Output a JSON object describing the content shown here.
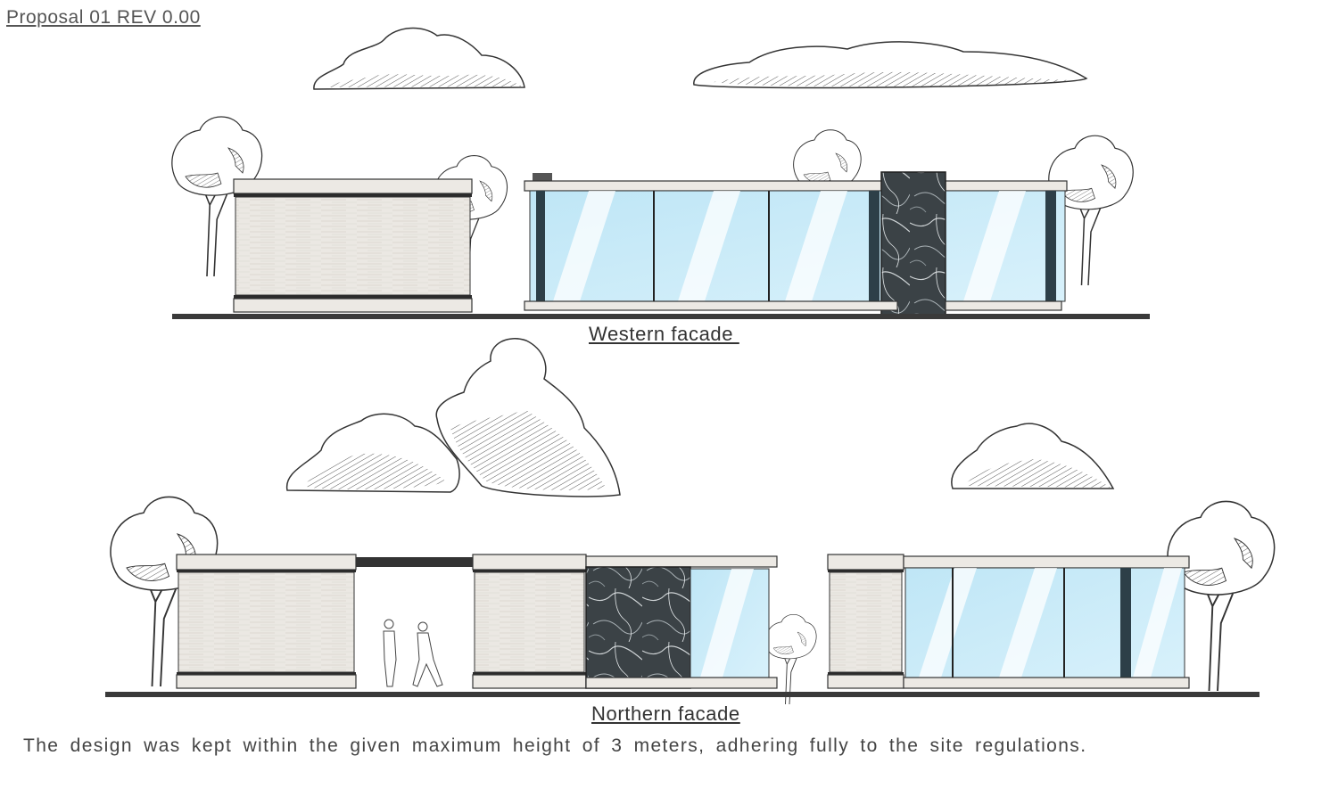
{
  "header": {
    "revision_label": "Proposal 01 REV 0.00"
  },
  "elevations": [
    {
      "id": "west",
      "caption": "Western facade "
    },
    {
      "id": "north",
      "caption": "Northern facade"
    }
  ],
  "footer_note": "The design was kept within the given maximum height of 3 meters, adhering fully to the site regulations.",
  "colors": {
    "glass": "#cfeefa",
    "glass_highlight": "#ffffff",
    "stone": "#ece9e4",
    "marble": "#3e4448",
    "trim": "#2b2b2b",
    "ground": "#3a3a3a"
  }
}
